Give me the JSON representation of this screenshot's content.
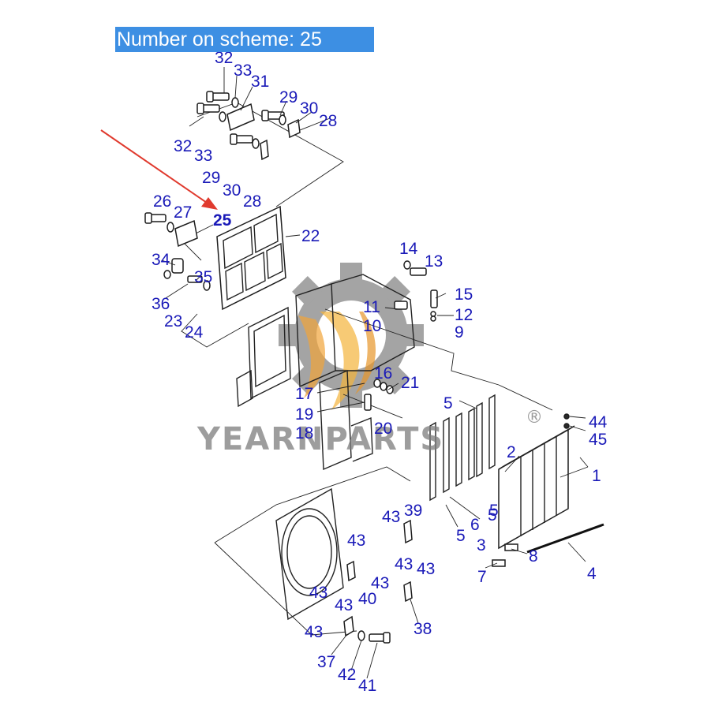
{
  "header": {
    "title": "Number on scheme: 25"
  },
  "watermark": {
    "brand": "YEARNPARTS",
    "registered_mark": "®"
  },
  "highlight": {
    "part_number": "25",
    "arrow_color": "#e03a2e"
  },
  "colors": {
    "label": "#1a1ab8",
    "banner_bg": "#3d8fe3",
    "banner_text": "#ffffff"
  },
  "callouts": [
    {
      "id": "c32a",
      "text": "32"
    },
    {
      "id": "c33a",
      "text": "33"
    },
    {
      "id": "c31",
      "text": "31"
    },
    {
      "id": "c29a",
      "text": "29"
    },
    {
      "id": "c30a",
      "text": "30"
    },
    {
      "id": "c28a",
      "text": "28"
    },
    {
      "id": "c32b",
      "text": "32"
    },
    {
      "id": "c33b",
      "text": "33"
    },
    {
      "id": "c29b",
      "text": "29"
    },
    {
      "id": "c30b",
      "text": "30"
    },
    {
      "id": "c28b",
      "text": "28"
    },
    {
      "id": "c26",
      "text": "26"
    },
    {
      "id": "c27",
      "text": "27"
    },
    {
      "id": "c25",
      "text": "25"
    },
    {
      "id": "c22",
      "text": "22"
    },
    {
      "id": "c34",
      "text": "34"
    },
    {
      "id": "c35",
      "text": "35"
    },
    {
      "id": "c36",
      "text": "36"
    },
    {
      "id": "c23",
      "text": "23"
    },
    {
      "id": "c24",
      "text": "24"
    },
    {
      "id": "c14",
      "text": "14"
    },
    {
      "id": "c13",
      "text": "13"
    },
    {
      "id": "c15",
      "text": "15"
    },
    {
      "id": "c11",
      "text": "11"
    },
    {
      "id": "c12",
      "text": "12"
    },
    {
      "id": "c10",
      "text": "10"
    },
    {
      "id": "c9",
      "text": "9"
    },
    {
      "id": "c16",
      "text": "16"
    },
    {
      "id": "c21",
      "text": "21"
    },
    {
      "id": "c17",
      "text": "17"
    },
    {
      "id": "c19",
      "text": "19"
    },
    {
      "id": "c20",
      "text": "20"
    },
    {
      "id": "c18",
      "text": "18"
    },
    {
      "id": "c5a",
      "text": "5"
    },
    {
      "id": "c44",
      "text": "44"
    },
    {
      "id": "c45",
      "text": "45"
    },
    {
      "id": "c2",
      "text": "2"
    },
    {
      "id": "c1",
      "text": "1"
    },
    {
      "id": "c5b",
      "text": "5"
    },
    {
      "id": "c6",
      "text": "6"
    },
    {
      "id": "c5c",
      "text": "5"
    },
    {
      "id": "c3",
      "text": "3"
    },
    {
      "id": "c5d",
      "text": "5"
    },
    {
      "id": "c8",
      "text": "8"
    },
    {
      "id": "c7",
      "text": "7"
    },
    {
      "id": "c4",
      "text": "4"
    },
    {
      "id": "c43a",
      "text": "43"
    },
    {
      "id": "c39",
      "text": "39"
    },
    {
      "id": "c43b",
      "text": "43"
    },
    {
      "id": "c43c",
      "text": "43"
    },
    {
      "id": "c43d",
      "text": "43"
    },
    {
      "id": "c43e",
      "text": "43"
    },
    {
      "id": "c43f",
      "text": "43"
    },
    {
      "id": "c43g",
      "text": "43"
    },
    {
      "id": "c40",
      "text": "40"
    },
    {
      "id": "c43h",
      "text": "43"
    },
    {
      "id": "c38",
      "text": "38"
    },
    {
      "id": "c37",
      "text": "37"
    },
    {
      "id": "c42",
      "text": "42"
    },
    {
      "id": "c41",
      "text": "41"
    }
  ]
}
